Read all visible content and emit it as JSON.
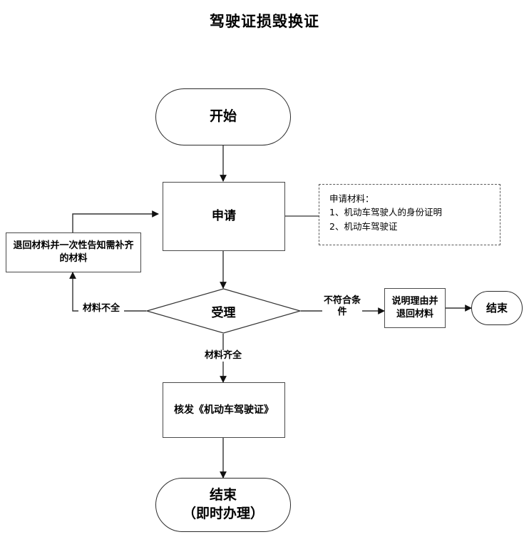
{
  "document": {
    "title": "驾驶证损毁换证"
  },
  "chart_data": {
    "type": "diagram",
    "diagram_kind": "flowchart",
    "title": "驾驶证损毁换证",
    "orientation": "top-to-bottom",
    "nodes": [
      {
        "id": "start",
        "shape": "stadium",
        "label": "开始"
      },
      {
        "id": "apply",
        "shape": "rectangle",
        "label": "申请"
      },
      {
        "id": "note-materials",
        "shape": "note-dashed",
        "lines": [
          "申请材料：",
          "1、机动车驾驶人的身份证明",
          "2、机动车驾驶证"
        ]
      },
      {
        "id": "return-materials",
        "shape": "rectangle",
        "label": "退回材料并一次性告知需补齐的材料"
      },
      {
        "id": "accept",
        "shape": "diamond",
        "label": "受理"
      },
      {
        "id": "explain-return",
        "shape": "rectangle",
        "label": "说明理由并退回材料"
      },
      {
        "id": "end-right",
        "shape": "stadium",
        "label": "结束"
      },
      {
        "id": "issue-license",
        "shape": "rectangle",
        "label": "核发《机动车驾驶证》"
      },
      {
        "id": "end-bottom",
        "shape": "stadium",
        "label": "结束\n（即时办理）"
      }
    ],
    "edges": [
      {
        "from": "start",
        "to": "apply",
        "label": "",
        "arrow": true
      },
      {
        "from": "apply",
        "to": "note-materials",
        "label": "",
        "arrow": false
      },
      {
        "from": "apply",
        "to": "accept",
        "label": "",
        "arrow": true
      },
      {
        "from": "accept",
        "to": "return-materials",
        "label": "材料不全",
        "arrow": true
      },
      {
        "from": "return-materials",
        "to": "apply",
        "label": "",
        "arrow": true
      },
      {
        "from": "accept",
        "to": "explain-return",
        "label": "不符合条件",
        "arrow": true
      },
      {
        "from": "explain-return",
        "to": "end-right",
        "label": "",
        "arrow": true
      },
      {
        "from": "accept",
        "to": "issue-license",
        "label": "材料齐全",
        "arrow": true
      },
      {
        "from": "issue-license",
        "to": "end-bottom",
        "label": "",
        "arrow": true
      }
    ]
  },
  "nodes": {
    "start": {
      "label": "开始"
    },
    "apply": {
      "label": "申请"
    },
    "note": {
      "heading": "申请材料：",
      "item1": "1、机动车驾驶人的身份证明",
      "item2": "2、机动车驾驶证"
    },
    "return_materials": {
      "label": "退回材料并一次性告知需补齐的材料"
    },
    "accept": {
      "label": "受理"
    },
    "explain_return": {
      "label": "说明理由并退回材料"
    },
    "end_right": {
      "label": "结束"
    },
    "issue_license": {
      "label": "核发《机动车驾驶证》"
    },
    "end_bottom": {
      "label": "结束\n（即时办理）"
    }
  },
  "edge_labels": {
    "incomplete": "材料不全",
    "not_eligible": "不符合条\n件",
    "complete": "材料齐全"
  },
  "colors": {
    "page_background": "#ffffff",
    "text": "#000000",
    "node_border": "#4a4a4a",
    "stadium_border": "#2b2b2b",
    "note_border": "#5a5a5a",
    "edge_line": "#333333"
  }
}
